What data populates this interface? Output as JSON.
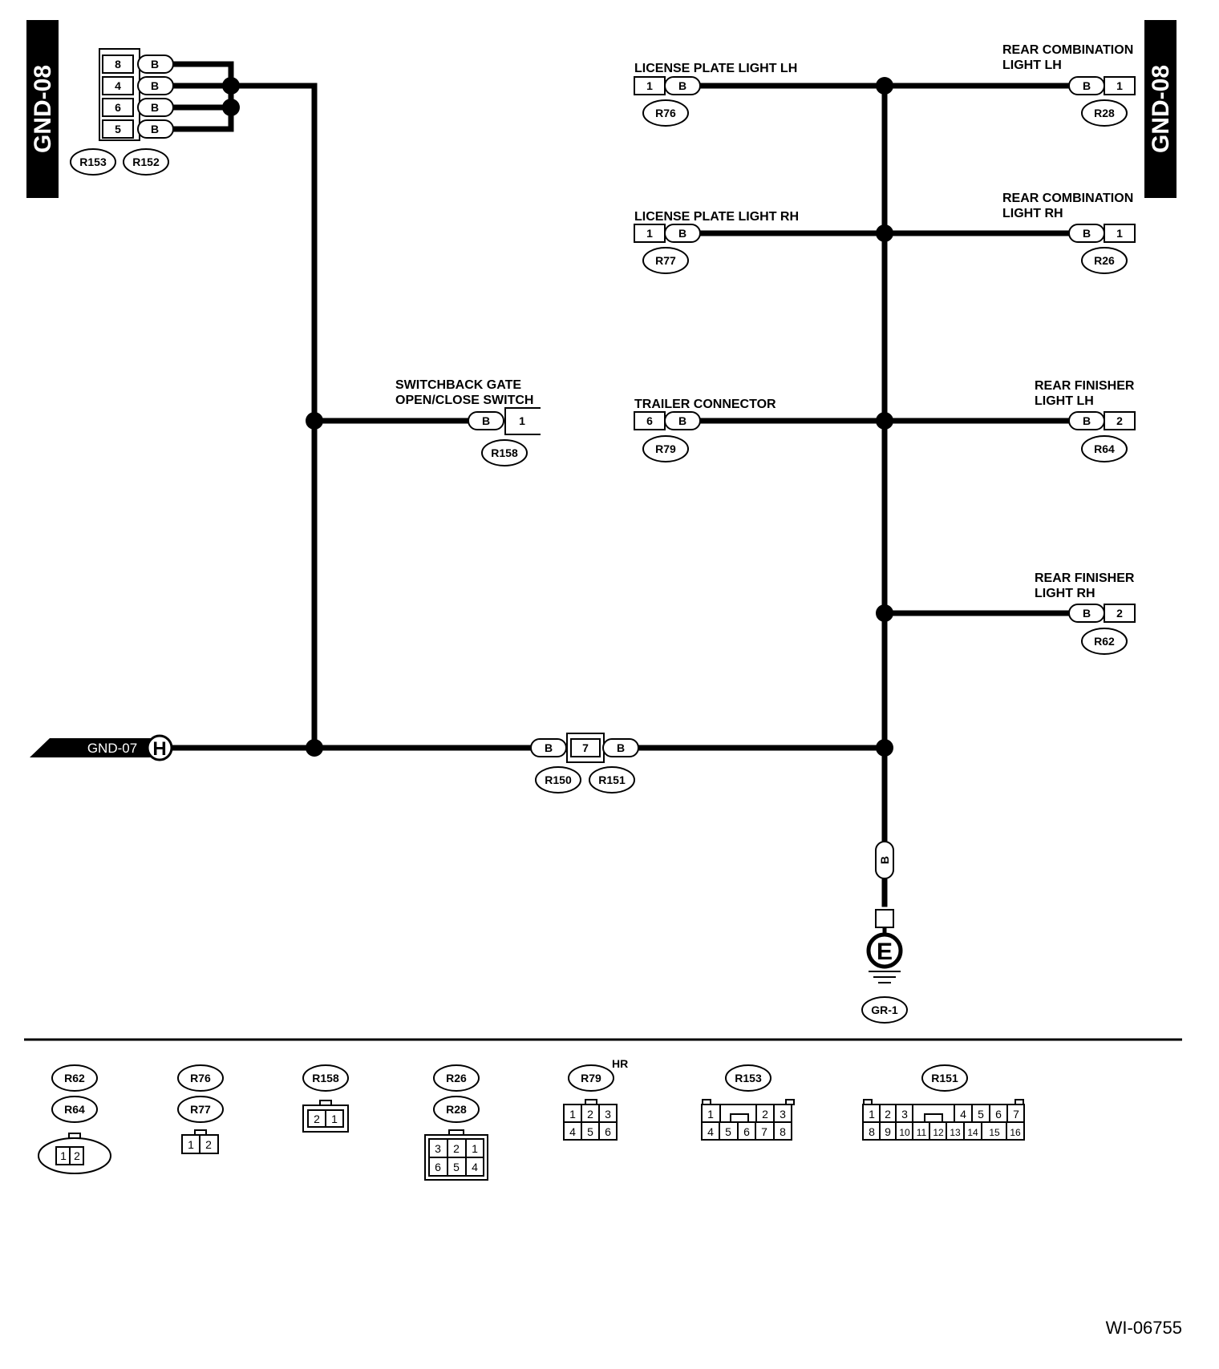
{
  "tabs": {
    "left": "GND-08",
    "right": "GND-08"
  },
  "figure_id": "WI-06755",
  "top_left_connector": {
    "pins": [
      "8",
      "4",
      "6",
      "5"
    ],
    "wire": "B",
    "ids": [
      "R153",
      "R152"
    ]
  },
  "license_lh": {
    "title": "LICENSE PLATE LIGHT LH",
    "pin": "1",
    "wire": "B",
    "id": "R76"
  },
  "license_rh": {
    "title": "LICENSE PLATE LIGHT RH",
    "pin": "1",
    "wire": "B",
    "id": "R77"
  },
  "trailer": {
    "title": "TRAILER CONNECTOR",
    "pin": "6",
    "wire": "B",
    "id": "R79"
  },
  "rear_comb_lh": {
    "line1": "REAR COMBINATION",
    "line2": "LIGHT LH",
    "pin": "1",
    "wire": "B",
    "id": "R28"
  },
  "rear_comb_rh": {
    "line1": "REAR COMBINATION",
    "line2": "LIGHT RH",
    "pin": "1",
    "wire": "B",
    "id": "R26"
  },
  "rear_fin_lh": {
    "line1": "REAR FINISHER",
    "line2": "LIGHT LH",
    "pin": "2",
    "wire": "B",
    "id": "R64"
  },
  "rear_fin_rh": {
    "line1": "REAR FINISHER",
    "line2": "LIGHT RH",
    "pin": "2",
    "wire": "B",
    "id": "R62"
  },
  "switch": {
    "line1": "SWITCHBACK GATE",
    "line2": "OPEN/CLOSE SWITCH",
    "pin": "1",
    "wire": "B",
    "id": "R158"
  },
  "gnd07": {
    "label": "GND-07",
    "marker": "H"
  },
  "mid_connector": {
    "pin": "7",
    "wire_left": "B",
    "wire_right": "B",
    "ids": [
      "R150",
      "R151"
    ]
  },
  "ground": {
    "wire": "B",
    "marker": "E",
    "id": "GR-1"
  },
  "legend": {
    "r62_64": {
      "ids": [
        "R62",
        "R64"
      ],
      "pins": [
        "1",
        "2"
      ]
    },
    "r76_77": {
      "ids": [
        "R76",
        "R77"
      ],
      "pins": [
        "1",
        "2"
      ]
    },
    "r158": {
      "id": "R158",
      "pins": [
        "2",
        "1"
      ]
    },
    "r26_28": {
      "ids": [
        "R26",
        "R28"
      ],
      "row1": [
        "3",
        "2",
        "1"
      ],
      "row2": [
        "6",
        "5",
        "4"
      ]
    },
    "r79": {
      "id": "R79",
      "tag": "HR",
      "row1": [
        "1",
        "2",
        "3"
      ],
      "row2": [
        "4",
        "5",
        "6"
      ]
    },
    "r153": {
      "id": "R153",
      "row1": [
        "1",
        "2",
        "3"
      ],
      "row2": [
        "4",
        "5",
        "6",
        "7",
        "8"
      ]
    },
    "r151": {
      "id": "R151",
      "row1": [
        "1",
        "2",
        "3",
        "4",
        "5",
        "6",
        "7"
      ],
      "row2": [
        "8",
        "9",
        "10",
        "11",
        "12",
        "13",
        "14",
        "15",
        "16"
      ]
    }
  }
}
